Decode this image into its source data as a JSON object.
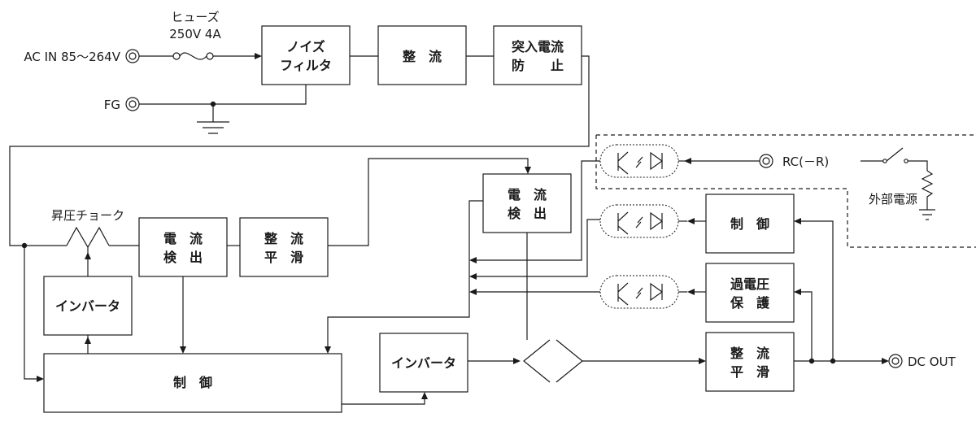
{
  "labels": {
    "ac_in": "AC IN 85～264V",
    "fuse_title": "ヒューズ",
    "fuse_rating": "250V  4A",
    "fg": "FG",
    "boost_choke": "昇圧チョーク",
    "rc": "RC(－R)",
    "ext_power": "外部電源",
    "dc_out": "DC OUT"
  },
  "blocks": {
    "noise_filter": [
      "ノイズ",
      "フィルタ"
    ],
    "rectifier_top": [
      "整　流"
    ],
    "inrush": [
      "突入電流",
      "防　　止"
    ],
    "current_detect_1": [
      "電　流",
      "検　出"
    ],
    "smoothing_1": [
      "整　流",
      "平　滑"
    ],
    "inverter_1": [
      "インバータ"
    ],
    "control_main": [
      "制　御"
    ],
    "current_detect_2": [
      "電　流",
      "検　出"
    ],
    "inverter_2": [
      "インバータ"
    ],
    "control_right": [
      "制　御"
    ],
    "ovp": [
      "過電圧",
      "保　護"
    ],
    "smoothing_2": [
      "整　流",
      "平　滑"
    ]
  }
}
